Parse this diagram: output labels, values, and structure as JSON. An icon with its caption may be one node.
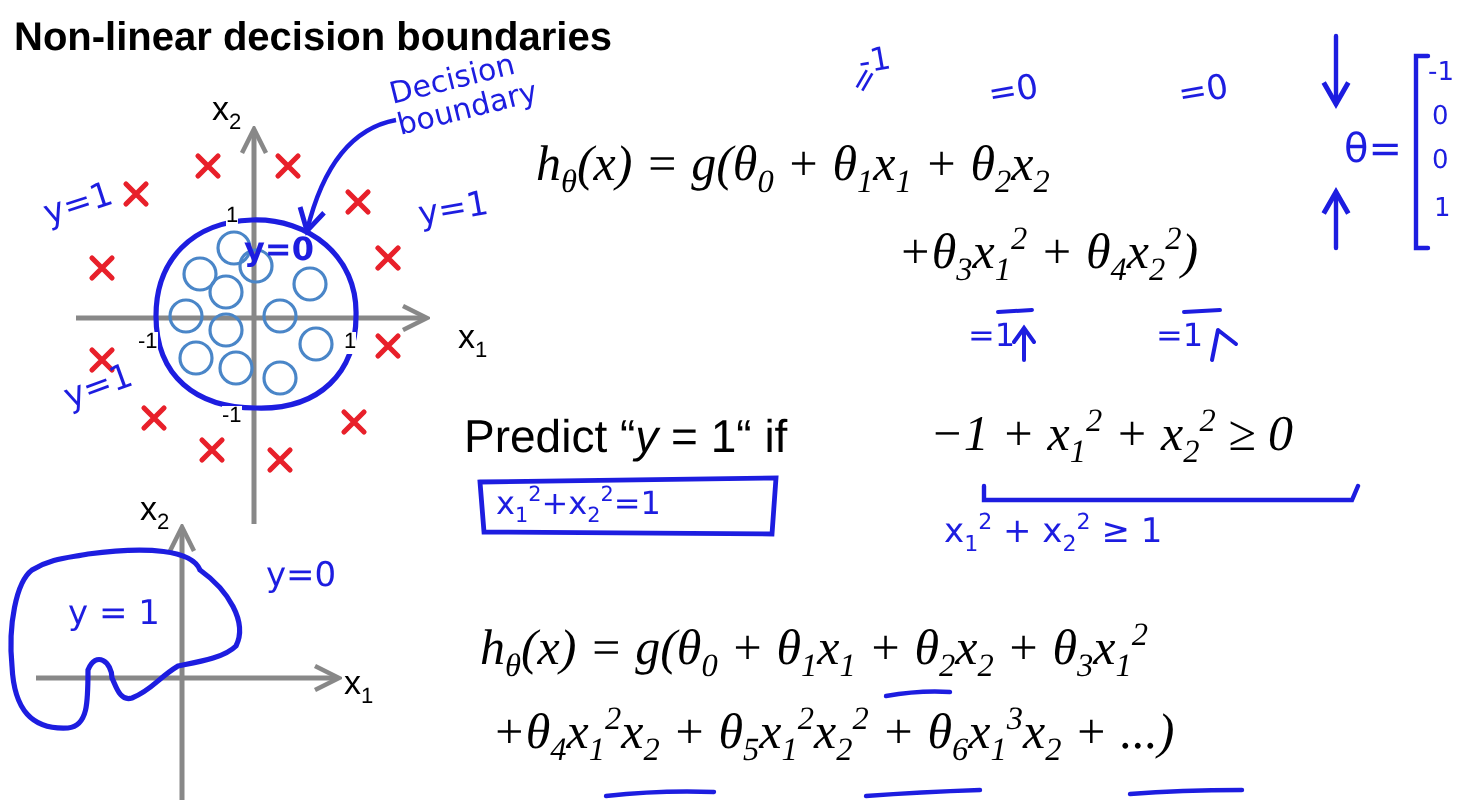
{
  "diagram": {
    "title": "Non-linear decision boundaries",
    "nodes": [
      {
        "text": [
          "Decision boundary"
        ]
      },
      {
        "text": [
          "y=0"
        ]
      },
      {
        "text": [
          "y = 1"
        ]
      },
      {
        "text": [
          "x$_{1}$$^{2}$+x$_{2}$$^{2}$=1"
        ]
      }
    ],
    "edges": [
      {
        "from": 0,
        "to": 1,
        "arrow": "to"
      }
    ],
    "labels": [
      "x$_{2}$",
      "y=1",
      "y=1",
      "1",
      "-1",
      "1",
      "x$_{1}$",
      "y=1",
      "-1",
      "-1",
      "=",
      "=0",
      "=0",
      "h$_{θ}$(x) = g(θ$_{0}$ + θ$_{1}$x$_{1}$ + θ$_{2}$x$_{2}$",
      "+θ$_{3}$x$_{1}$$^{2}$ + θ$_{4}$x$_{2}$$^{2}$)",
      "=1",
      "=1",
      "θ=",
      "-1",
      "0",
      "0",
      "1",
      "Predict “*y* = 1“ if",
      "−1 + x$_{1}$$^{2}$ + x$_{2}$$^{2}$ ≥ 0",
      "x$_{1}$$^{2}$ + x$_{2}$$^{2}$ ≥ 1",
      "x$_{2}$",
      "y=0",
      "x$_{1}$",
      "h$_{θ}$(x) = g(θ$_{0}$ + θ$_{1}$x$_{1}$ + θ$_{2}$x$_{2}$ + θ$_{3}$x$_{1}$$^{2}$",
      "+θ$_{4}$x$_{1}$$^{2}$x$_{2}$ + θ$_{5}$x$_{1}$$^{2}$x$_{2}$$^{2}$ + θ$_{6}$x$_{1}$$^{3}$x$_{2}$ + ...)"
    ]
  }
}
